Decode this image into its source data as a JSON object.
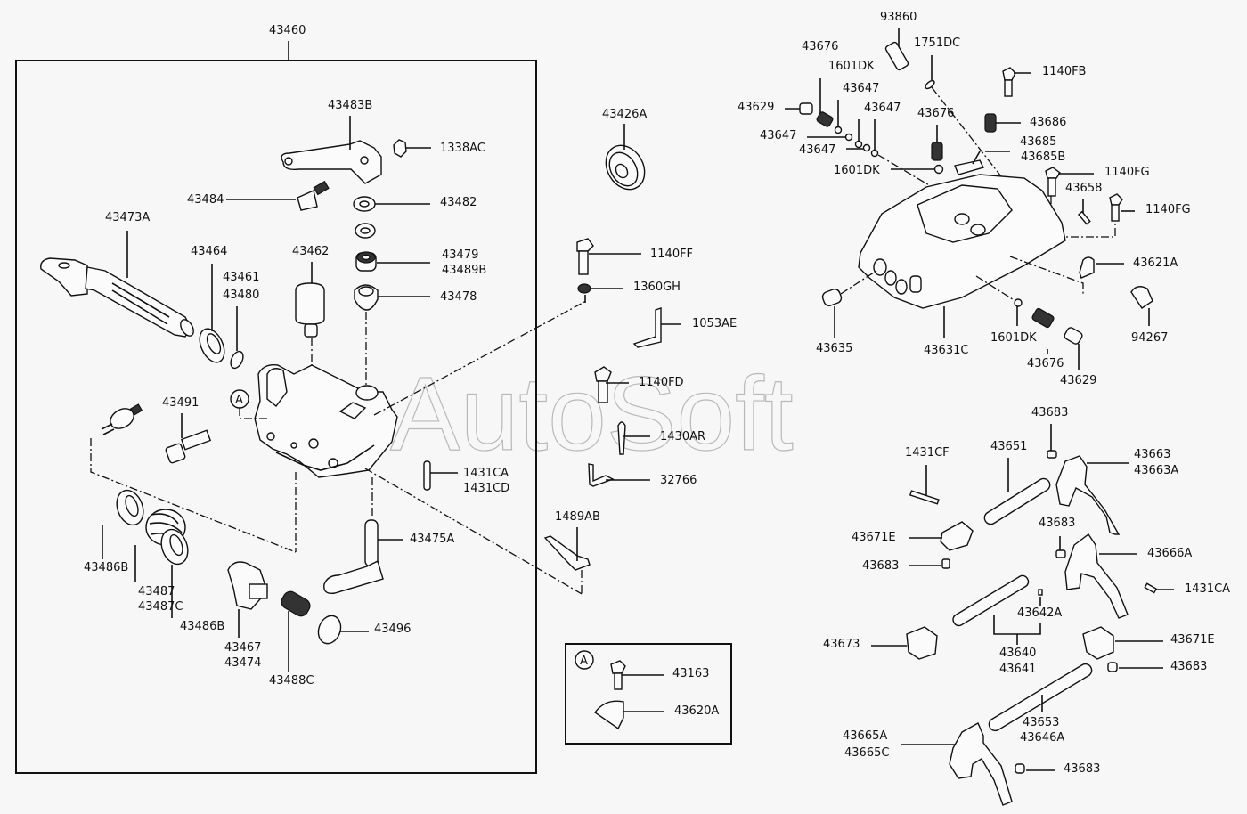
{
  "watermark": "AutoSoft",
  "assembly_label": "43460",
  "detail_a": {
    "marker": "A",
    "items": [
      "43163",
      "43620A"
    ]
  },
  "left_group": [
    {
      "id": "43483B"
    },
    {
      "id": "1338AC"
    },
    {
      "id": "43484"
    },
    {
      "id": "43482"
    },
    {
      "id": "43473A"
    },
    {
      "id": "43464"
    },
    {
      "id": "43462"
    },
    {
      "id": "43479",
      "alt": "43489B"
    },
    {
      "id": "43461",
      "alt": "43480"
    },
    {
      "id": "43478"
    },
    {
      "id": "43491"
    },
    {
      "id": "1431CA",
      "alt": "1431CD"
    },
    {
      "id": "43475A"
    },
    {
      "id": "43486B"
    },
    {
      "id": "43487",
      "alt": "43487C"
    },
    {
      "id": "43486B"
    },
    {
      "id": "43467",
      "alt": "43474"
    },
    {
      "id": "43488C"
    },
    {
      "id": "43496"
    }
  ],
  "labels": {
    "l43460": "43460",
    "l43483B": "43483B",
    "l1338AC": "1338AC",
    "l43484": "43484",
    "l43482": "43482",
    "l43473A": "43473A",
    "l43464": "43464",
    "l43462": "43462",
    "l43479": "43479",
    "l43489B": "43489B",
    "l43461": "43461",
    "l43480": "43480",
    "l43478": "43478",
    "l43491": "43491",
    "l1431CA": "1431CA",
    "l1431CD": "1431CD",
    "l43475A": "43475A",
    "l43486B_1": "43486B",
    "l43487": "43487",
    "l43487C": "43487C",
    "l43486B_2": "43486B",
    "l43467": "43467",
    "l43474": "43474",
    "l43488C": "43488C",
    "l43496": "43496",
    "lA": "A",
    "l43426A": "43426A",
    "l1140FF": "1140FF",
    "l1360GH": "1360GH",
    "l1053AE": "1053AE",
    "l1140FD": "1140FD",
    "l1430AR": "1430AR",
    "l32766": "32766",
    "l1489AB": "1489AB",
    "lA2": "A",
    "l43163": "43163",
    "l43620A": "43620A",
    "l93860": "93860",
    "l43676a": "43676",
    "l1751DC": "1751DC",
    "l1601DKa": "1601DK",
    "l43647a": "43647",
    "l43629a": "43629",
    "l43647b": "43647",
    "l43676b": "43676",
    "l43647c": "43647",
    "l43647d": "43647",
    "l1601DKb": "1601DK",
    "l1140FB": "1140FB",
    "l43686": "43686",
    "l43685": "43685",
    "l43685B": "43685B",
    "l1140FGa": "1140FG",
    "l43658": "43658",
    "l1140FGb": "1140FG",
    "l43621A": "43621A",
    "l94267": "94267",
    "l43635": "43635",
    "l43631C": "43631C",
    "l1601DKc": "1601DK",
    "l43676c": "43676",
    "l43629b": "43629",
    "l43683a": "43683",
    "l1431CF": "1431CF",
    "l43651": "43651",
    "l43663": "43663",
    "l43663A": "43663A",
    "l43683b": "43683",
    "l43671Ea": "43671E",
    "l43683c": "43683",
    "l43666A": "43666A",
    "l1431CA2": "1431CA",
    "l43642A": "43642A",
    "l43673": "43673",
    "l43640": "43640",
    "l43641": "43641",
    "l43671Eb": "43671E",
    "l43683d": "43683",
    "l43653": "43653",
    "l43646A": "43646A",
    "l43665A": "43665A",
    "l43665C": "43665C",
    "l43683e": "43683"
  }
}
